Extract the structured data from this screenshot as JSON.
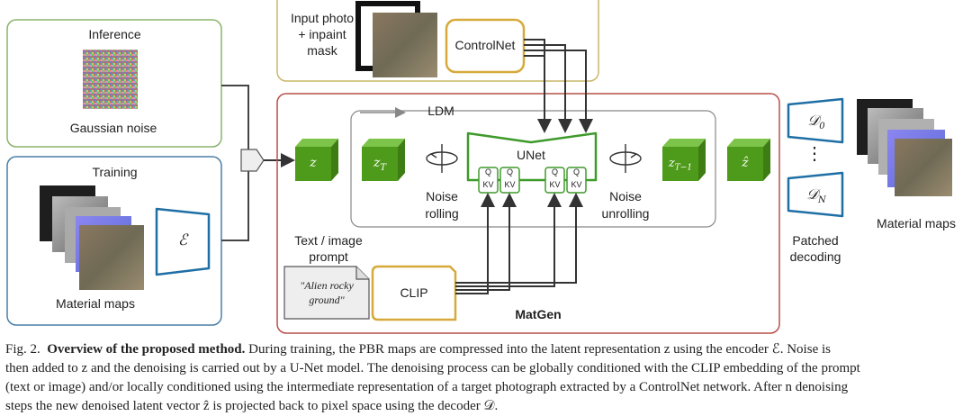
{
  "inference": {
    "title": "Inference",
    "noise_label": "Gaussian noise"
  },
  "training": {
    "title": "Training",
    "maps_label": "Material maps",
    "encoder_symbol": "ℰ"
  },
  "control": {
    "input_label_line1": "Input photo",
    "input_label_line2": "+ inpaint",
    "input_label_line3": "mask",
    "controlnet_label": "ControlNet"
  },
  "matgen": {
    "title": "MatGen",
    "ldm_label": "LDM",
    "z_label": "z",
    "zT_label": "z",
    "zT_sub": "T",
    "zT1_label": "z",
    "zT1_sub": "T−1",
    "zhat_label": "ẑ",
    "unet_label": "UNet",
    "qkv_q": "Q",
    "qkv_kv": "KV",
    "noise_rolling_line1": "Noise",
    "noise_rolling_line2": "rolling",
    "noise_unrolling_line1": "Noise",
    "noise_unrolling_line2": "unrolling",
    "prompt_label_line1": "Text / image",
    "prompt_label_line2": "prompt",
    "prompt_text_line1": "\"Alien rocky",
    "prompt_text_line2": "ground\"",
    "clip_label": "CLIP"
  },
  "decoding": {
    "d0": "𝒟",
    "d0_sub": "0",
    "dN": "𝒟",
    "dN_sub": "N",
    "dots": "⋮",
    "patched_line1": "Patched",
    "patched_line2": "decoding",
    "maps_label": "Material maps"
  },
  "caption": {
    "fig": "Fig. 2.",
    "bold": "Overview of the proposed method.",
    "line1": "During training, the PBR maps are compressed into the latent representation z using the encoder ℰ. Noise is",
    "line2": "then added to z and the denoising is carried out by a U-Net model. The denoising process can be globally conditioned with the CLIP embedding of the prompt",
    "line3": "(text or image) and/or locally conditioned using the intermediate representation of a target photograph extracted by a ControlNet network. After n denoising",
    "line4": "steps the new denoised latent vector ẑ is projected back to pixel space using the decoder 𝒟."
  },
  "colors": {
    "green_box": "#8bb36a",
    "blue_box": "#4a7fa6",
    "red_box": "#b7504a",
    "olive_box": "#c9b76a",
    "cube": "#4e9a1a",
    "unet": "#3e9a2a",
    "trap_blue": "#1f6fa5",
    "trap_gold": "#d6a93a"
  }
}
